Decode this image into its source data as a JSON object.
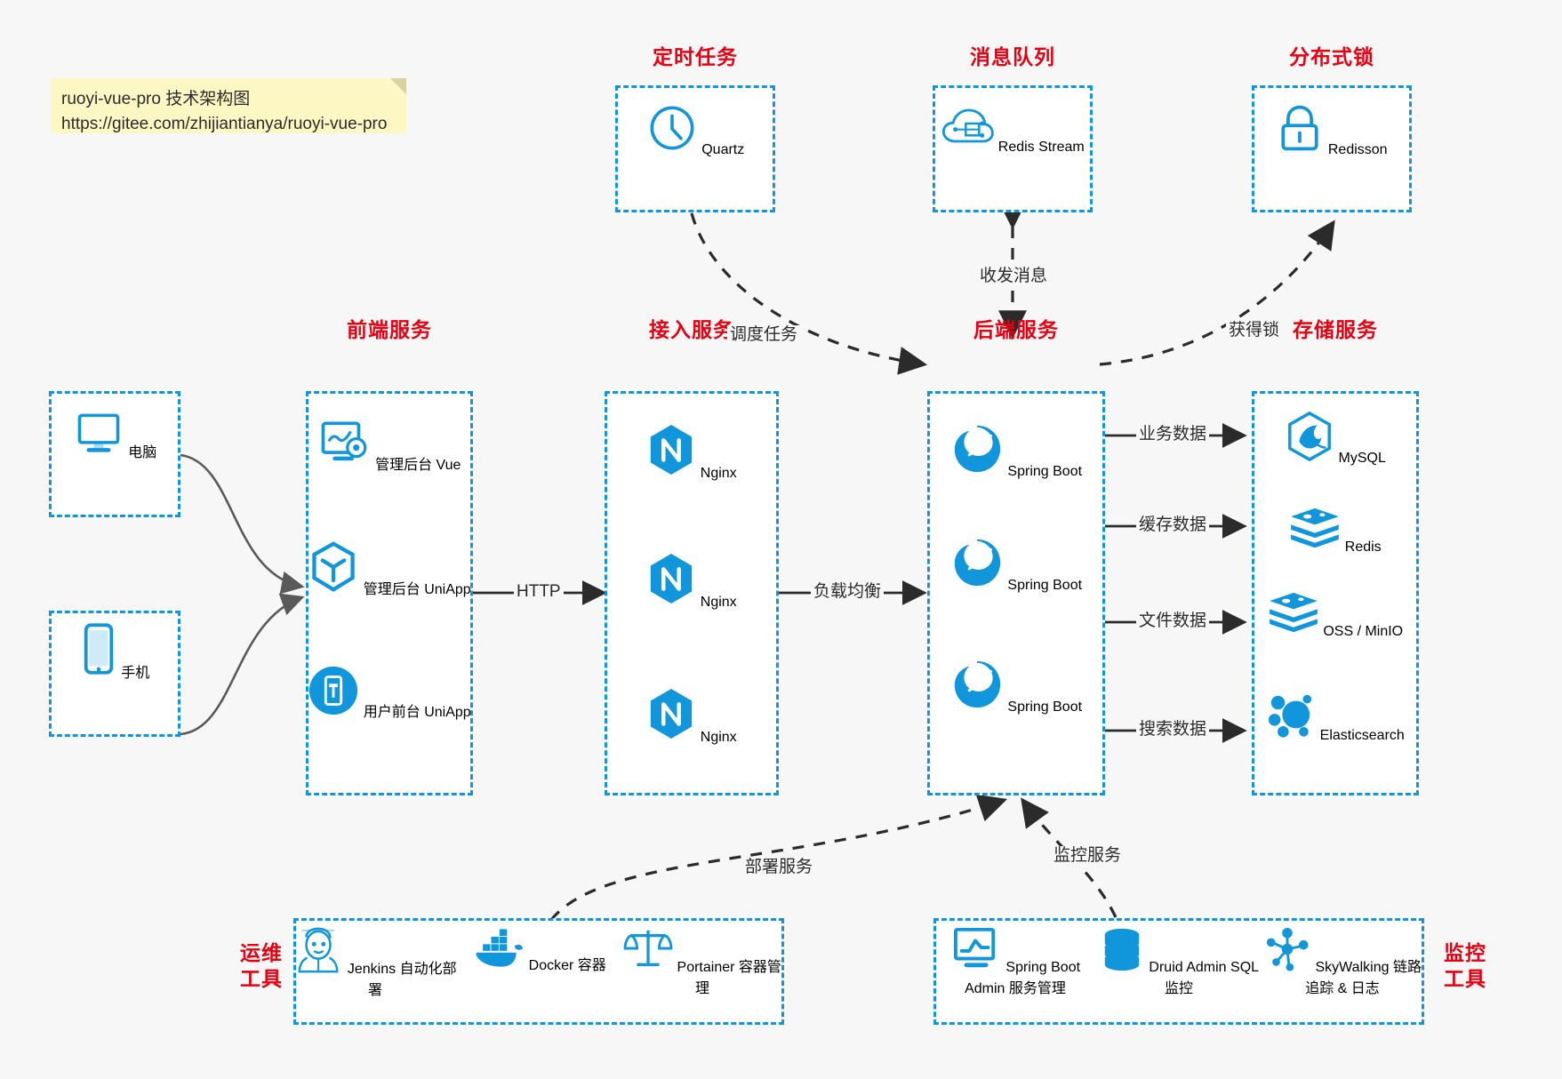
{
  "meta": {
    "accent_blue": "#1296db",
    "title_red": "#e60012",
    "background": "#f7f7f7",
    "note_bg": "#fdf7c3"
  },
  "note": {
    "line1": "ruoyi-vue-pro 技术架构图",
    "line2": "https://gitee.com/zhijiantianya/ruoyi-vue-pro"
  },
  "groups": {
    "scheduler": {
      "title": "定时任务",
      "items": [
        {
          "label": "Quartz",
          "icon": "clock-icon"
        }
      ]
    },
    "mq": {
      "title": "消息队列",
      "items": [
        {
          "label": "Redis Stream",
          "icon": "cloud-stream-icon"
        }
      ]
    },
    "lock": {
      "title": "分布式锁",
      "items": [
        {
          "label": "Redisson",
          "icon": "lock-icon"
        }
      ]
    },
    "clients": {
      "items": [
        {
          "label": "电脑",
          "icon": "desktop-icon"
        },
        {
          "label": "手机",
          "icon": "mobile-icon"
        }
      ]
    },
    "frontend": {
      "title": "前端服务",
      "items": [
        {
          "label": "管理后台 Vue",
          "icon": "dashboard-icon"
        },
        {
          "label": "管理后台 UniApp",
          "icon": "cube-icon"
        },
        {
          "label": "用户前台 UniApp",
          "icon": "app-phone-icon"
        }
      ]
    },
    "gateway": {
      "title": "接入服务",
      "items": [
        {
          "label": "Nginx",
          "icon": "nginx-icon"
        },
        {
          "label": "Nginx",
          "icon": "nginx-icon"
        },
        {
          "label": "Nginx",
          "icon": "nginx-icon"
        }
      ]
    },
    "backend": {
      "title": "后端服务",
      "items": [
        {
          "label": "Spring Boot",
          "icon": "spring-boot-icon"
        },
        {
          "label": "Spring Boot",
          "icon": "spring-boot-icon"
        },
        {
          "label": "Spring Boot",
          "icon": "spring-boot-icon"
        }
      ]
    },
    "storage": {
      "title": "存储服务",
      "items": [
        {
          "label": "MySQL",
          "icon": "mysql-icon"
        },
        {
          "label": "Redis",
          "icon": "redis-icon"
        },
        {
          "label": "OSS / MinIO",
          "icon": "redis-icon"
        },
        {
          "label": "Elasticsearch",
          "icon": "elasticsearch-icon"
        }
      ]
    },
    "devops": {
      "title": "运维\n工具",
      "title_line1": "运维",
      "title_line2": "工具",
      "items": [
        {
          "label": "Jenkins",
          "sub": "自动化部署",
          "icon": "jenkins-icon"
        },
        {
          "label": "Docker",
          "sub": "容器",
          "icon": "docker-icon"
        },
        {
          "label": "Portainer",
          "sub": "容器管理",
          "icon": "scales-icon"
        }
      ]
    },
    "monitor": {
      "title_line1": "监控",
      "title_line2": "工具",
      "items": [
        {
          "label": "Spring Boot Admin",
          "sub": "服务管理",
          "icon": "monitor-chart-icon"
        },
        {
          "label": "Druid Admin",
          "sub": "SQL 监控",
          "icon": "database-icon"
        },
        {
          "label": "SkyWalking",
          "sub": "链路追踪 & 日志",
          "icon": "skywalking-icon"
        }
      ]
    }
  },
  "edges": {
    "http": "HTTP",
    "load_balance": "负载均衡",
    "schedule_task": "调度任务",
    "send_receive_message": "收发消息",
    "acquire_lock": "获得锁",
    "business_data": "业务数据",
    "cache_data": "缓存数据",
    "file_data": "文件数据",
    "search_data": "搜索数据",
    "deploy_service": "部署服务",
    "monitor_service": "监控服务"
  }
}
